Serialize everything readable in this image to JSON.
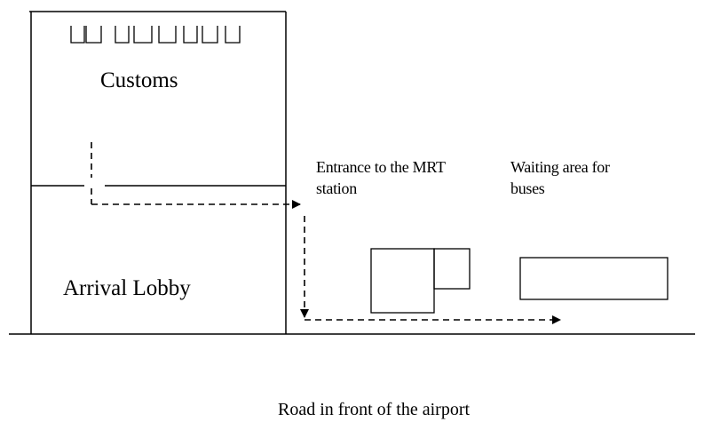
{
  "labels": {
    "customs": "Customs",
    "arrival_lobby": "Arrival Lobby",
    "mrt_entrance_line1": "Entrance to the MRT",
    "mrt_entrance_line2": "station",
    "bus_waiting_line1": "Waiting area for",
    "bus_waiting_line2": "buses",
    "road": "Road in front of the airport"
  },
  "colors": {
    "stroke": "#000000",
    "background": "#ffffff"
  }
}
